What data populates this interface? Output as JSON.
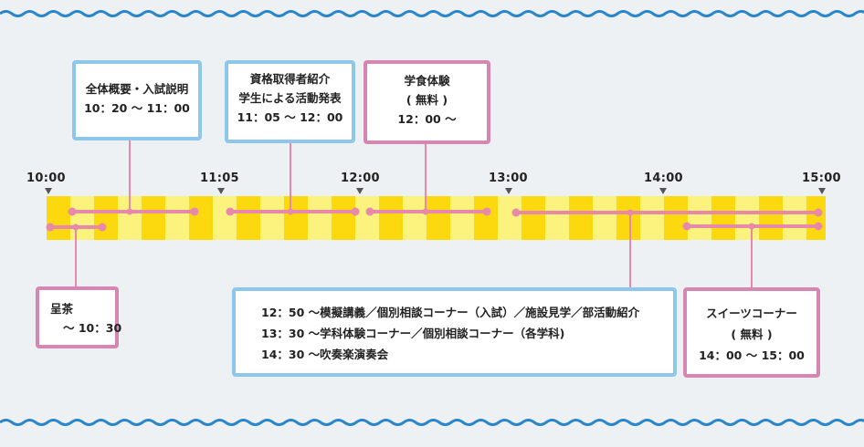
{
  "time_ticks": [
    "10:00",
    "11:05",
    "12:00",
    "13:00",
    "14:00",
    "15:00"
  ],
  "boxes": {
    "overview": {
      "lines": [
        "全体概要・入試説明",
        "10：20 ～ 11：00"
      ]
    },
    "qualifications": {
      "lines": [
        "資格取得者紹介",
        "学生による活動発表",
        "11：05 ～ 12：00"
      ]
    },
    "cafeteria": {
      "lines": [
        "学食体験",
        "( 無料 )",
        "12：00 ～"
      ]
    },
    "tea": {
      "lines": [
        "呈茶",
        "～ 10：30"
      ]
    },
    "afternoon": {
      "lines": [
        "12：50 ～模擬講義／個別相談コーナー（入試）／施設見学／部活動紹介",
        "13：30 ～学科体験コーナー／個別相談コーナー（各学科)",
        "14：30 ～吹奏楽演奏会"
      ]
    },
    "sweets": {
      "lines": [
        "スイーツコーナー",
        "( 無料 )",
        "14：00 ～ 15：00"
      ]
    }
  },
  "colors": {
    "blue_border": "#8ec7ec",
    "pink_border": "#d586b3",
    "pink_line": "#e989a9",
    "band_dark": "#fcd80f",
    "band_light": "#fbf37e",
    "wave": "#2a86c8",
    "background": "#eef1f3"
  }
}
